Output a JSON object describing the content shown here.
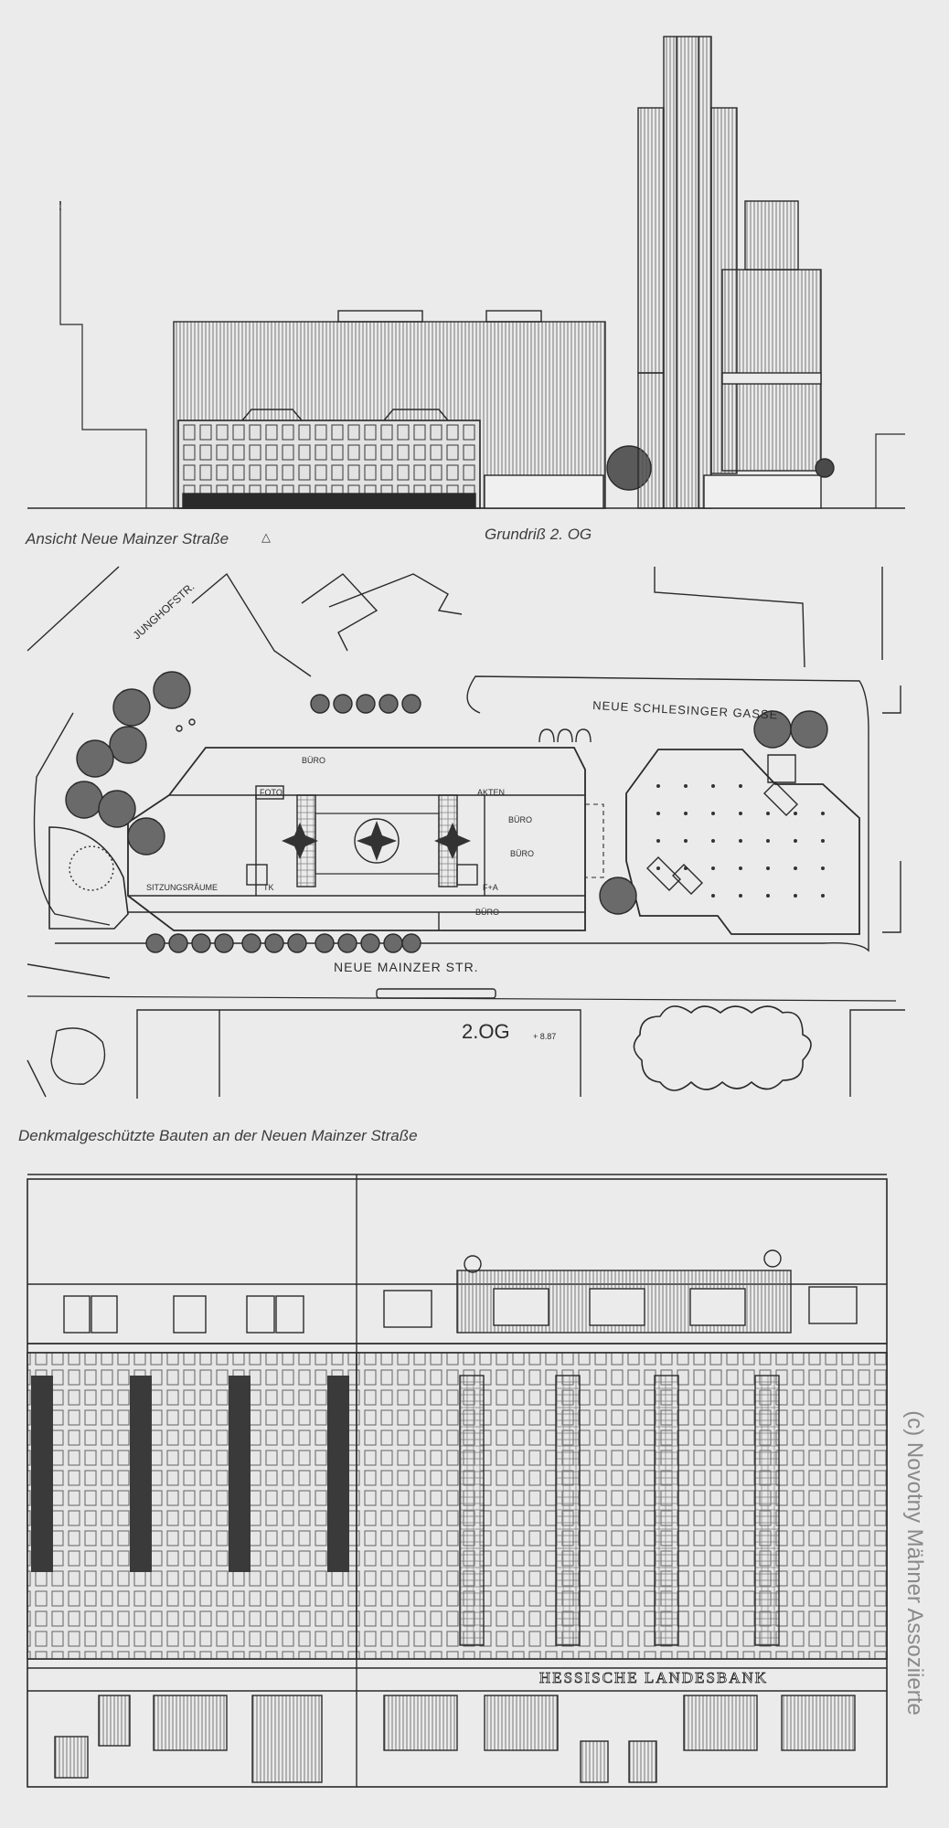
{
  "captions": {
    "elevation": "Ansicht Neue Mainzer Straße",
    "plan_title": "Grundriß 2. OG",
    "heritage": "Denkmalgeschützte Bauten an der Neuen Mainzer Straße"
  },
  "plan": {
    "streets": {
      "junghof": "JUNGHOFSTR.",
      "schlesinger": "NEUE SCHLESINGER GASSE",
      "mainzer": "NEUE MAINZER STR."
    },
    "rooms": {
      "buro_top": "BÜRO",
      "foto": "FOTO",
      "akten": "AKTEN",
      "buro_r1": "BÜRO",
      "buro_r2": "BÜRO",
      "sitzung": "SITZUNGSRÄUME",
      "tk": "TK",
      "fa": "F+A",
      "buro_bottom": "BÜRO"
    },
    "floor_label": "2.OG",
    "date_label": "+ 8.87"
  },
  "facade": {
    "sign": "HESSISCHE LANDESBANK"
  },
  "credit": "(c) Novotny Mähner Assoziierte",
  "colors": {
    "paper": "#ebebeb",
    "ink": "#2a2a2a",
    "caption": "#3c3c3c",
    "credit": "#8a8a8a"
  }
}
